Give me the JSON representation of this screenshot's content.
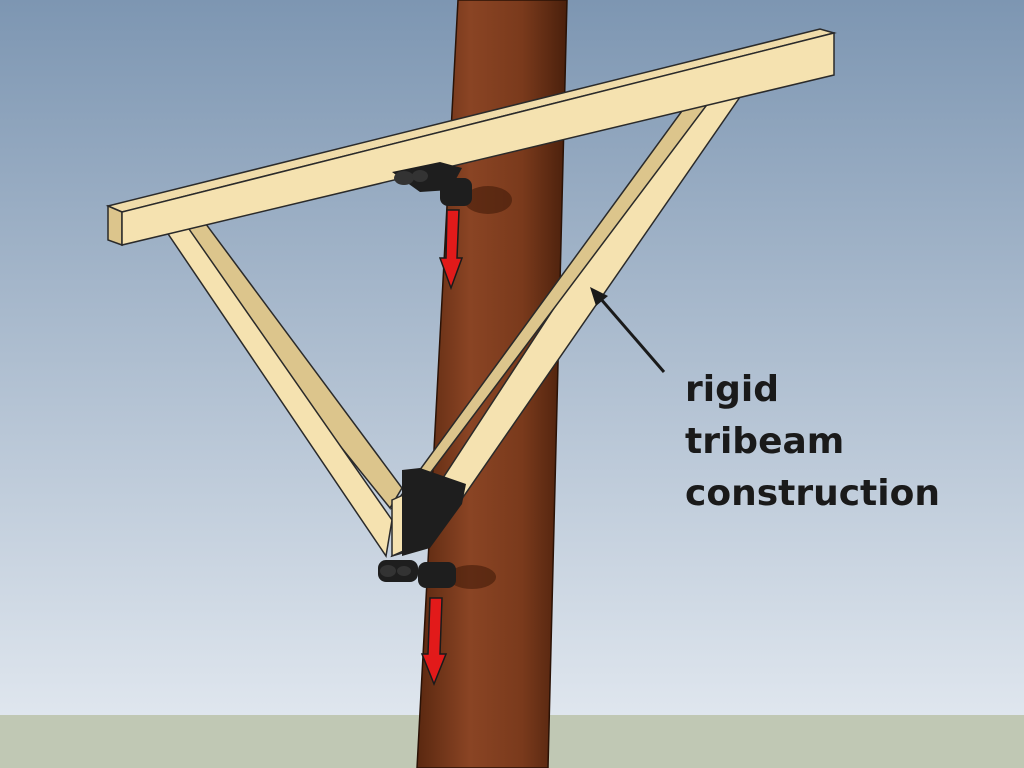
{
  "annotation": {
    "lines": [
      "rigid",
      "tribeam",
      "construction"
    ]
  },
  "colors": {
    "sky_top": "#7d96b2",
    "sky_bottom": "#dfe6ee",
    "ground": "#c0c8b4",
    "pole": "#7a3a1c",
    "pole_shade": "#5a2810",
    "wood_face": "#f5e2b0",
    "wood_side": "#dcc58c",
    "bracket": "#1e1e1e",
    "arrow": "#e21a1a"
  }
}
